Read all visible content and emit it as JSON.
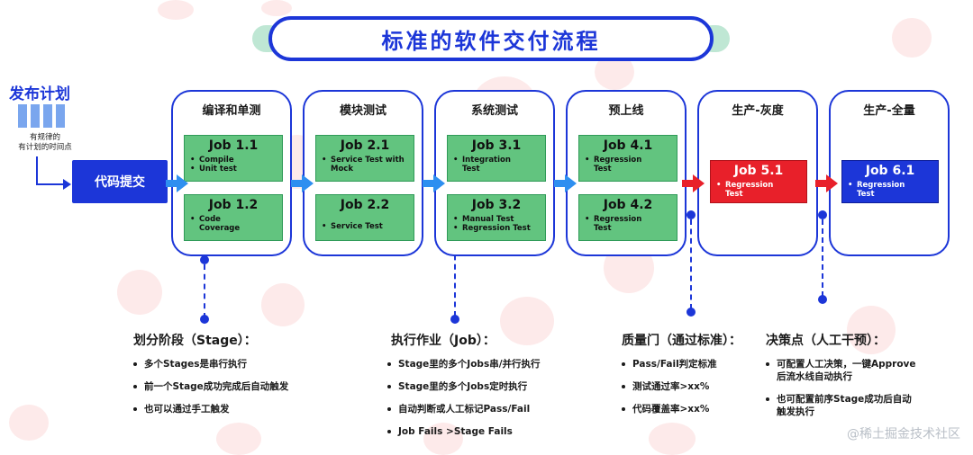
{
  "title": "标准的软件交付流程",
  "release_plan": {
    "title": "发布计划",
    "note_line1": "有规律的",
    "note_line2": "有计划的时间点"
  },
  "commit_label": "代码提交",
  "stages": [
    {
      "title": "编译和单测",
      "jobs": [
        {
          "title": "Job 1.1",
          "items": [
            "Compile",
            "Unit test"
          ]
        },
        {
          "title": "Job 1.2",
          "items": [
            "Code Coverage"
          ]
        }
      ]
    },
    {
      "title": "模块测试",
      "jobs": [
        {
          "title": "Job 2.1",
          "items": [
            "Service Test with Mock"
          ]
        },
        {
          "title": "Job 2.2",
          "items": [
            "Service Test"
          ]
        }
      ]
    },
    {
      "title": "系统测试",
      "jobs": [
        {
          "title": "Job 3.1",
          "items": [
            "Integration Test"
          ]
        },
        {
          "title": "Job 3.2",
          "items": [
            "Manual Test",
            "Regression Test"
          ]
        }
      ]
    },
    {
      "title": "预上线",
      "jobs": [
        {
          "title": "Job 4.1",
          "items": [
            "Regression Test"
          ]
        },
        {
          "title": "Job 4.2",
          "items": [
            "Regression Test"
          ]
        }
      ]
    },
    {
      "title": "生产-灰度",
      "jobs": [
        {
          "title": "Job 5.1",
          "items": [
            "Regression Test"
          ]
        }
      ]
    },
    {
      "title": "生产-全量",
      "jobs": [
        {
          "title": "Job 6.1",
          "items": [
            "Regression Test"
          ]
        }
      ]
    }
  ],
  "notes": {
    "stage": {
      "title": "划分阶段（Stage）：",
      "items": [
        "多个Stages是串行执行",
        "前一个Stage成功完成后自动触发",
        "也可以通过手工触发"
      ]
    },
    "job": {
      "title": "执行作业（Job）：",
      "items": [
        "Stage里的多个Jobs串/并行执行",
        "Stage里的多个Jobs定时执行",
        "自动判断或人工标记Pass/Fail",
        "Job Fails >Stage Fails"
      ]
    },
    "gate": {
      "title": "质量门（通过标准）：",
      "items": [
        "Pass/Fail判定标准",
        "测试通过率>xx%",
        "代码覆盖率>xx%"
      ]
    },
    "decision": {
      "title": "决策点（人工干预）：",
      "items": [
        "可配置人工决策，一键Approve后流水线自动执行",
        "也可配置前序Stage成功后自动触发执行"
      ]
    }
  },
  "watermark": "@稀土掘金技术社区",
  "colors": {
    "primary_blue": "#1c36d8",
    "job_green": "#62c47f",
    "gray_release_red": "#e8202a",
    "arrow_blue": "#2e8ff0"
  }
}
